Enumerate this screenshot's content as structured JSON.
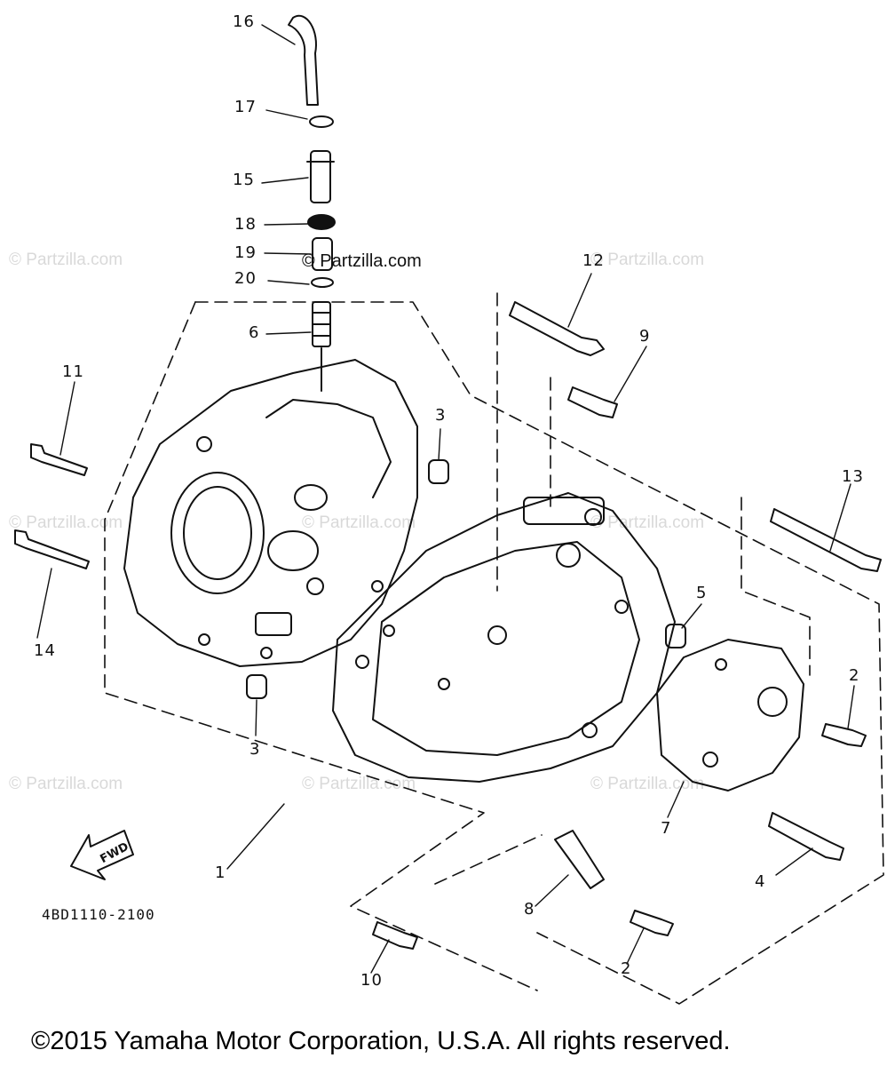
{
  "watermark_small": "© Partzilla.com",
  "watermark_main": "© Partzilla.com",
  "diagram_code": "4BD1110-2100",
  "fwd_label": "FWD",
  "copyright": "©2015 Yamaha Motor Corporation, U.S.A. All rights reserved.",
  "callouts": {
    "c1": "1",
    "c2a": "2",
    "c2b": "2",
    "c3a": "3",
    "c3b": "3",
    "c4": "4",
    "c5": "5",
    "c6": "6",
    "c7": "7",
    "c8": "8",
    "c9": "9",
    "c10": "10",
    "c11": "11",
    "c12": "12",
    "c13": "13",
    "c14": "14",
    "c15": "15",
    "c16": "16",
    "c17": "17",
    "c18": "18",
    "c19": "19",
    "c20": "20"
  }
}
